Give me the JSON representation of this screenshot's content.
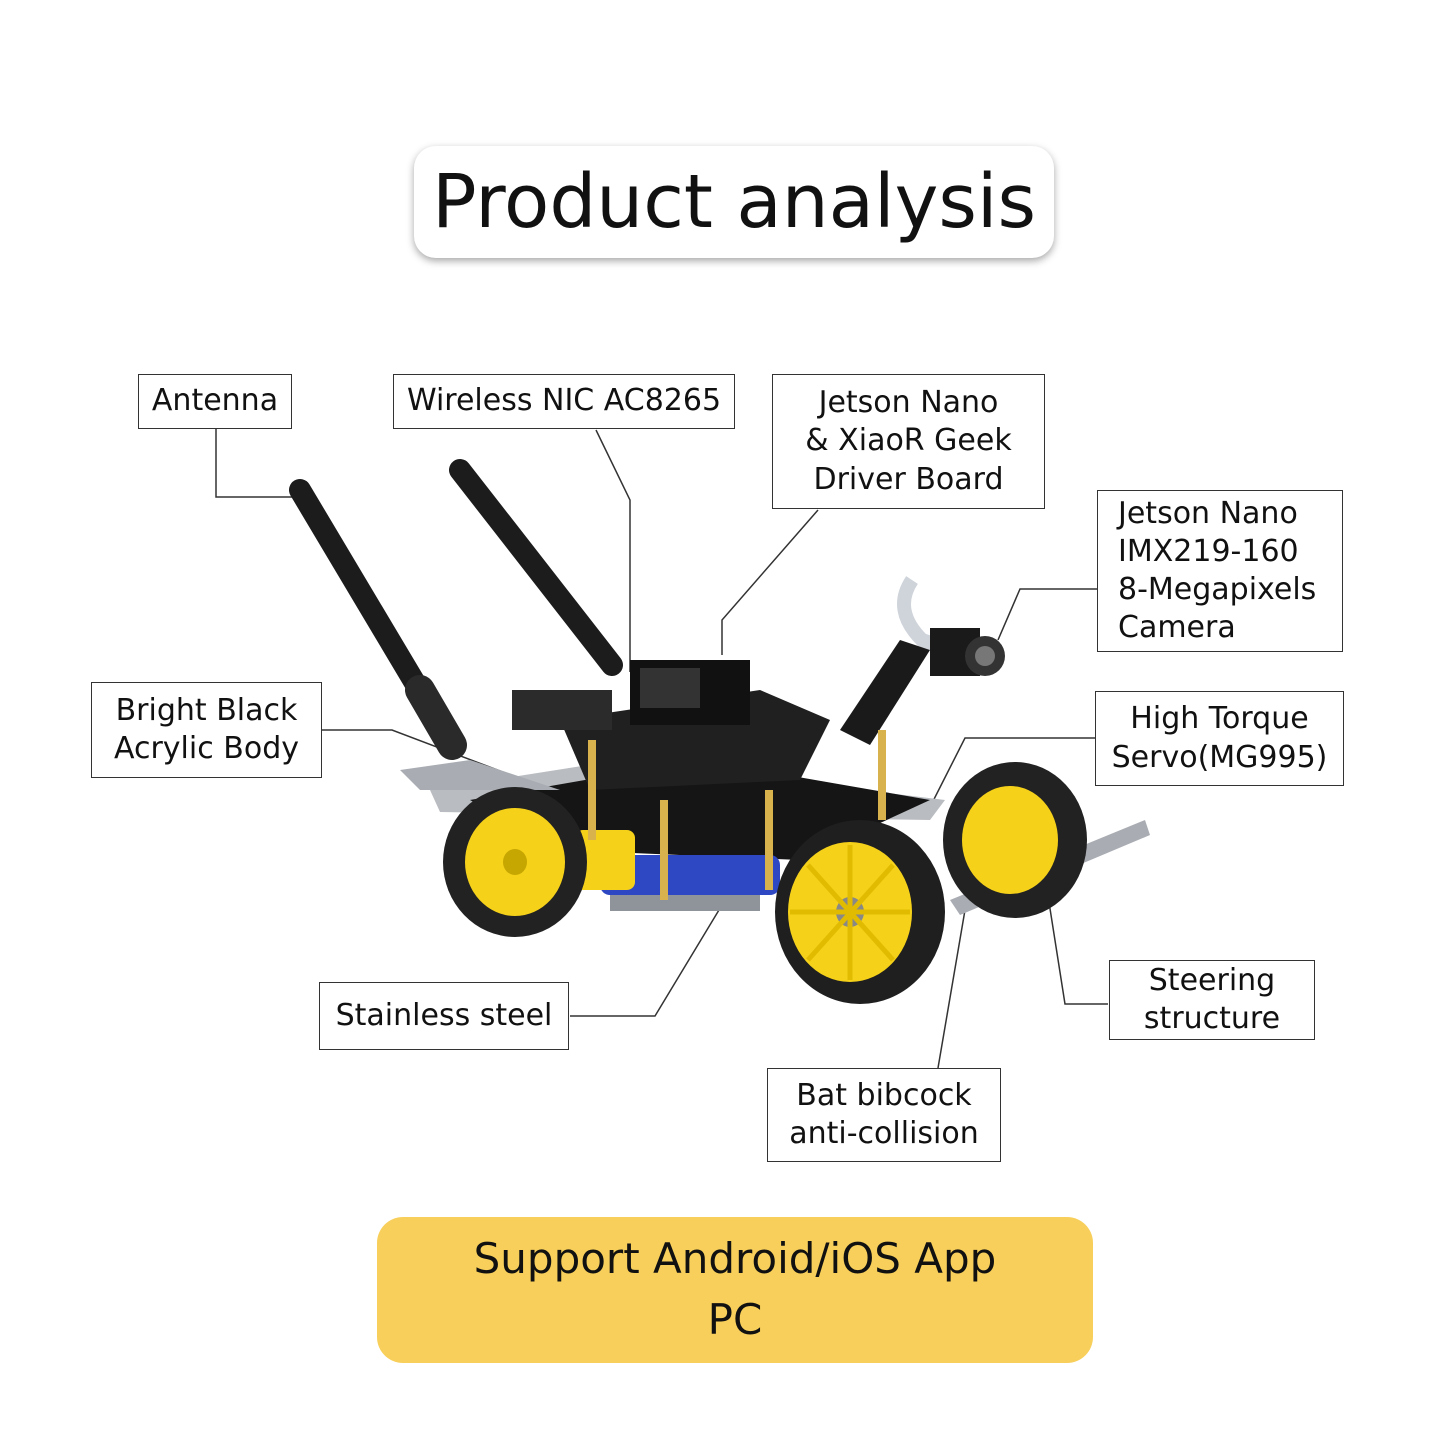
{
  "header": {
    "title": "Product analysis"
  },
  "labels": {
    "antenna": "Antenna",
    "wireless_nic": "Wireless NIC AC8265",
    "jetson_board": "Jetson Nano\n& XiaoR Geek\nDriver Board",
    "camera": "Jetson Nano\nIMX219-160\n8-Megapixels\nCamera",
    "acrylic_body": "Bright Black\nAcrylic Body",
    "servo": "High Torque\nServo(MG995)",
    "stainless_steel": "Stainless steel",
    "steering": "Steering\nstructure",
    "bat_bibcock": "Bat bibcock\nanti-collision"
  },
  "footer": {
    "line1": "Support Android/iOS App",
    "line2": "PC"
  },
  "colors": {
    "banner": "#f7cf5a",
    "wheel_hub": "#f5d11a",
    "chassis": "#151515"
  }
}
